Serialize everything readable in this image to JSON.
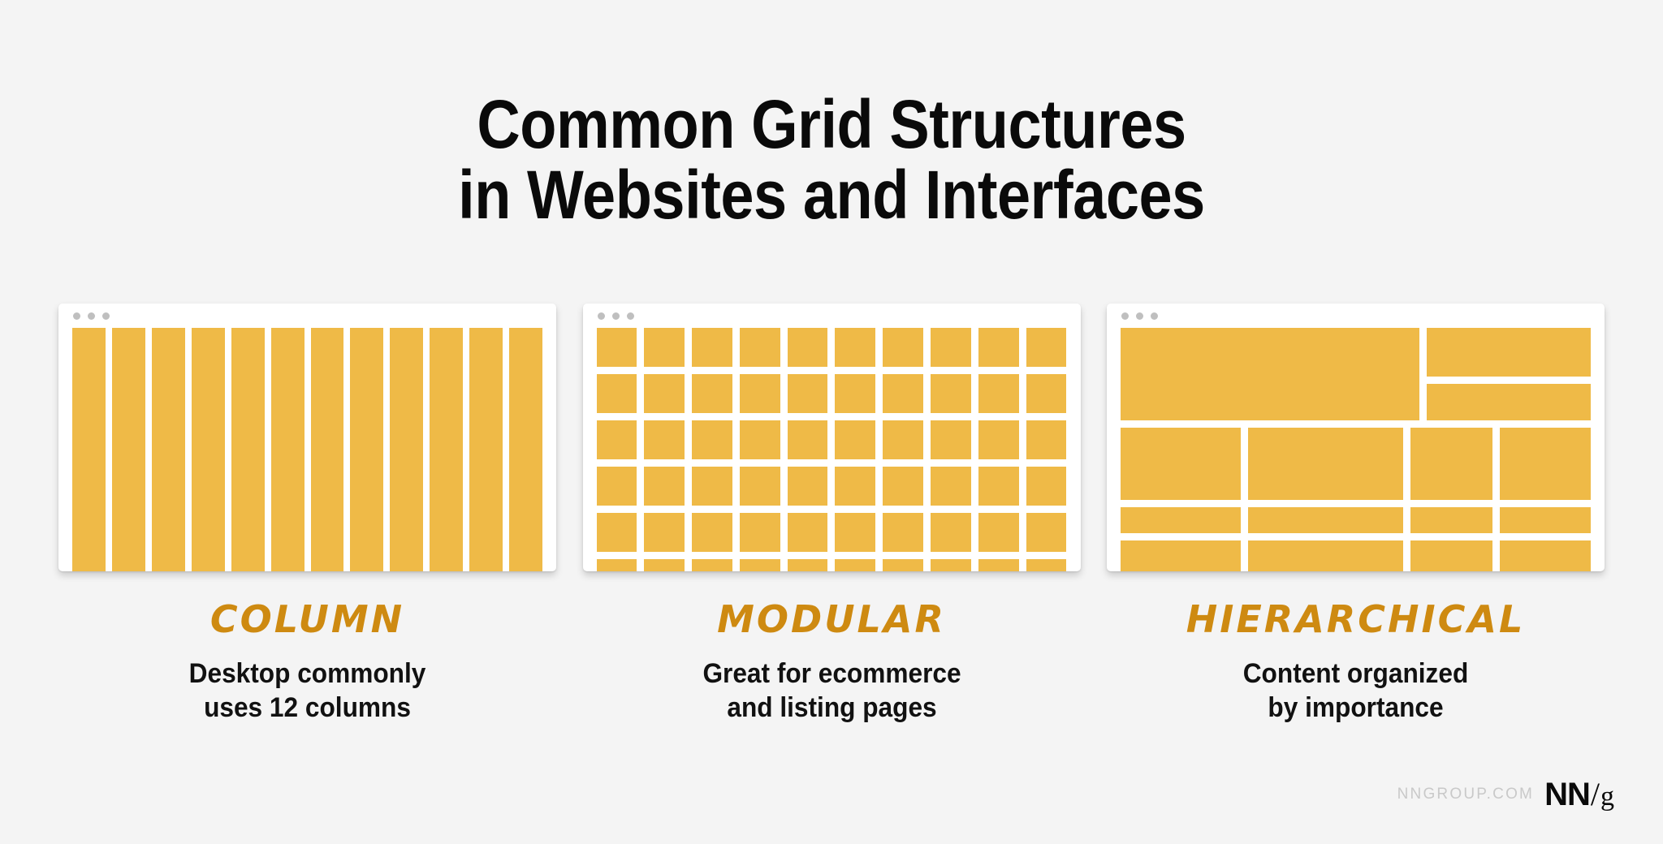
{
  "page": {
    "background_color": "#F4F4F4",
    "accent_fill": "#EFBA47",
    "label_color": "#CE8A11",
    "text_color": "#0A0A0A"
  },
  "title": {
    "line1": "Common Grid Structures",
    "line2": "in Websites and Interfaces"
  },
  "panels": [
    {
      "id": "column",
      "label": "COLUMN",
      "description_line1": "Desktop commonly",
      "description_line2": "uses 12 columns",
      "grid_type": "column",
      "columns": 12,
      "rows": 1
    },
    {
      "id": "modular",
      "label": "MODULAR",
      "description_line1": "Great for ecommerce",
      "description_line2": "and listing pages",
      "grid_type": "modular",
      "columns": 10,
      "rows": 6,
      "cells": 60
    },
    {
      "id": "hierarchical",
      "label": "HIERARCHICAL",
      "description_line1": "Content organized",
      "description_line2": "by importance",
      "grid_type": "hierarchical",
      "blocks": [
        {
          "row": 1,
          "name": "hero",
          "width_pct": 63.5
        },
        {
          "row": 1,
          "name": "side-top",
          "width_pct": 36.5
        },
        {
          "row": 1,
          "name": "side-bottom",
          "width_pct": 36.5
        },
        {
          "row": 2,
          "name": "block-a",
          "width_pct": 25.5
        },
        {
          "row": 2,
          "name": "block-b",
          "width_pct": 33
        },
        {
          "row": 2,
          "name": "block-c",
          "width_pct": 17.5
        },
        {
          "row": 2,
          "name": "block-d",
          "width_pct": 24
        },
        {
          "row": 3,
          "name": "block-e",
          "width_pct": 25.5
        },
        {
          "row": 3,
          "name": "block-f",
          "width_pct": 33
        },
        {
          "row": 3,
          "name": "block-g",
          "width_pct": 17.5
        },
        {
          "row": 3,
          "name": "block-h",
          "width_pct": 24
        },
        {
          "row": 4,
          "name": "block-i",
          "width_pct": 25.5
        },
        {
          "row": 4,
          "name": "block-j",
          "width_pct": 33
        },
        {
          "row": 4,
          "name": "block-k",
          "width_pct": 17.5
        },
        {
          "row": 4,
          "name": "block-l",
          "width_pct": 24
        }
      ]
    }
  ],
  "window_chrome": {
    "dot_count": 3,
    "dot_color": "#BFBFBF"
  },
  "footer": {
    "url": "NNGROUP.COM",
    "logo_nn": "NN",
    "logo_slash": "/",
    "logo_g": "g"
  }
}
